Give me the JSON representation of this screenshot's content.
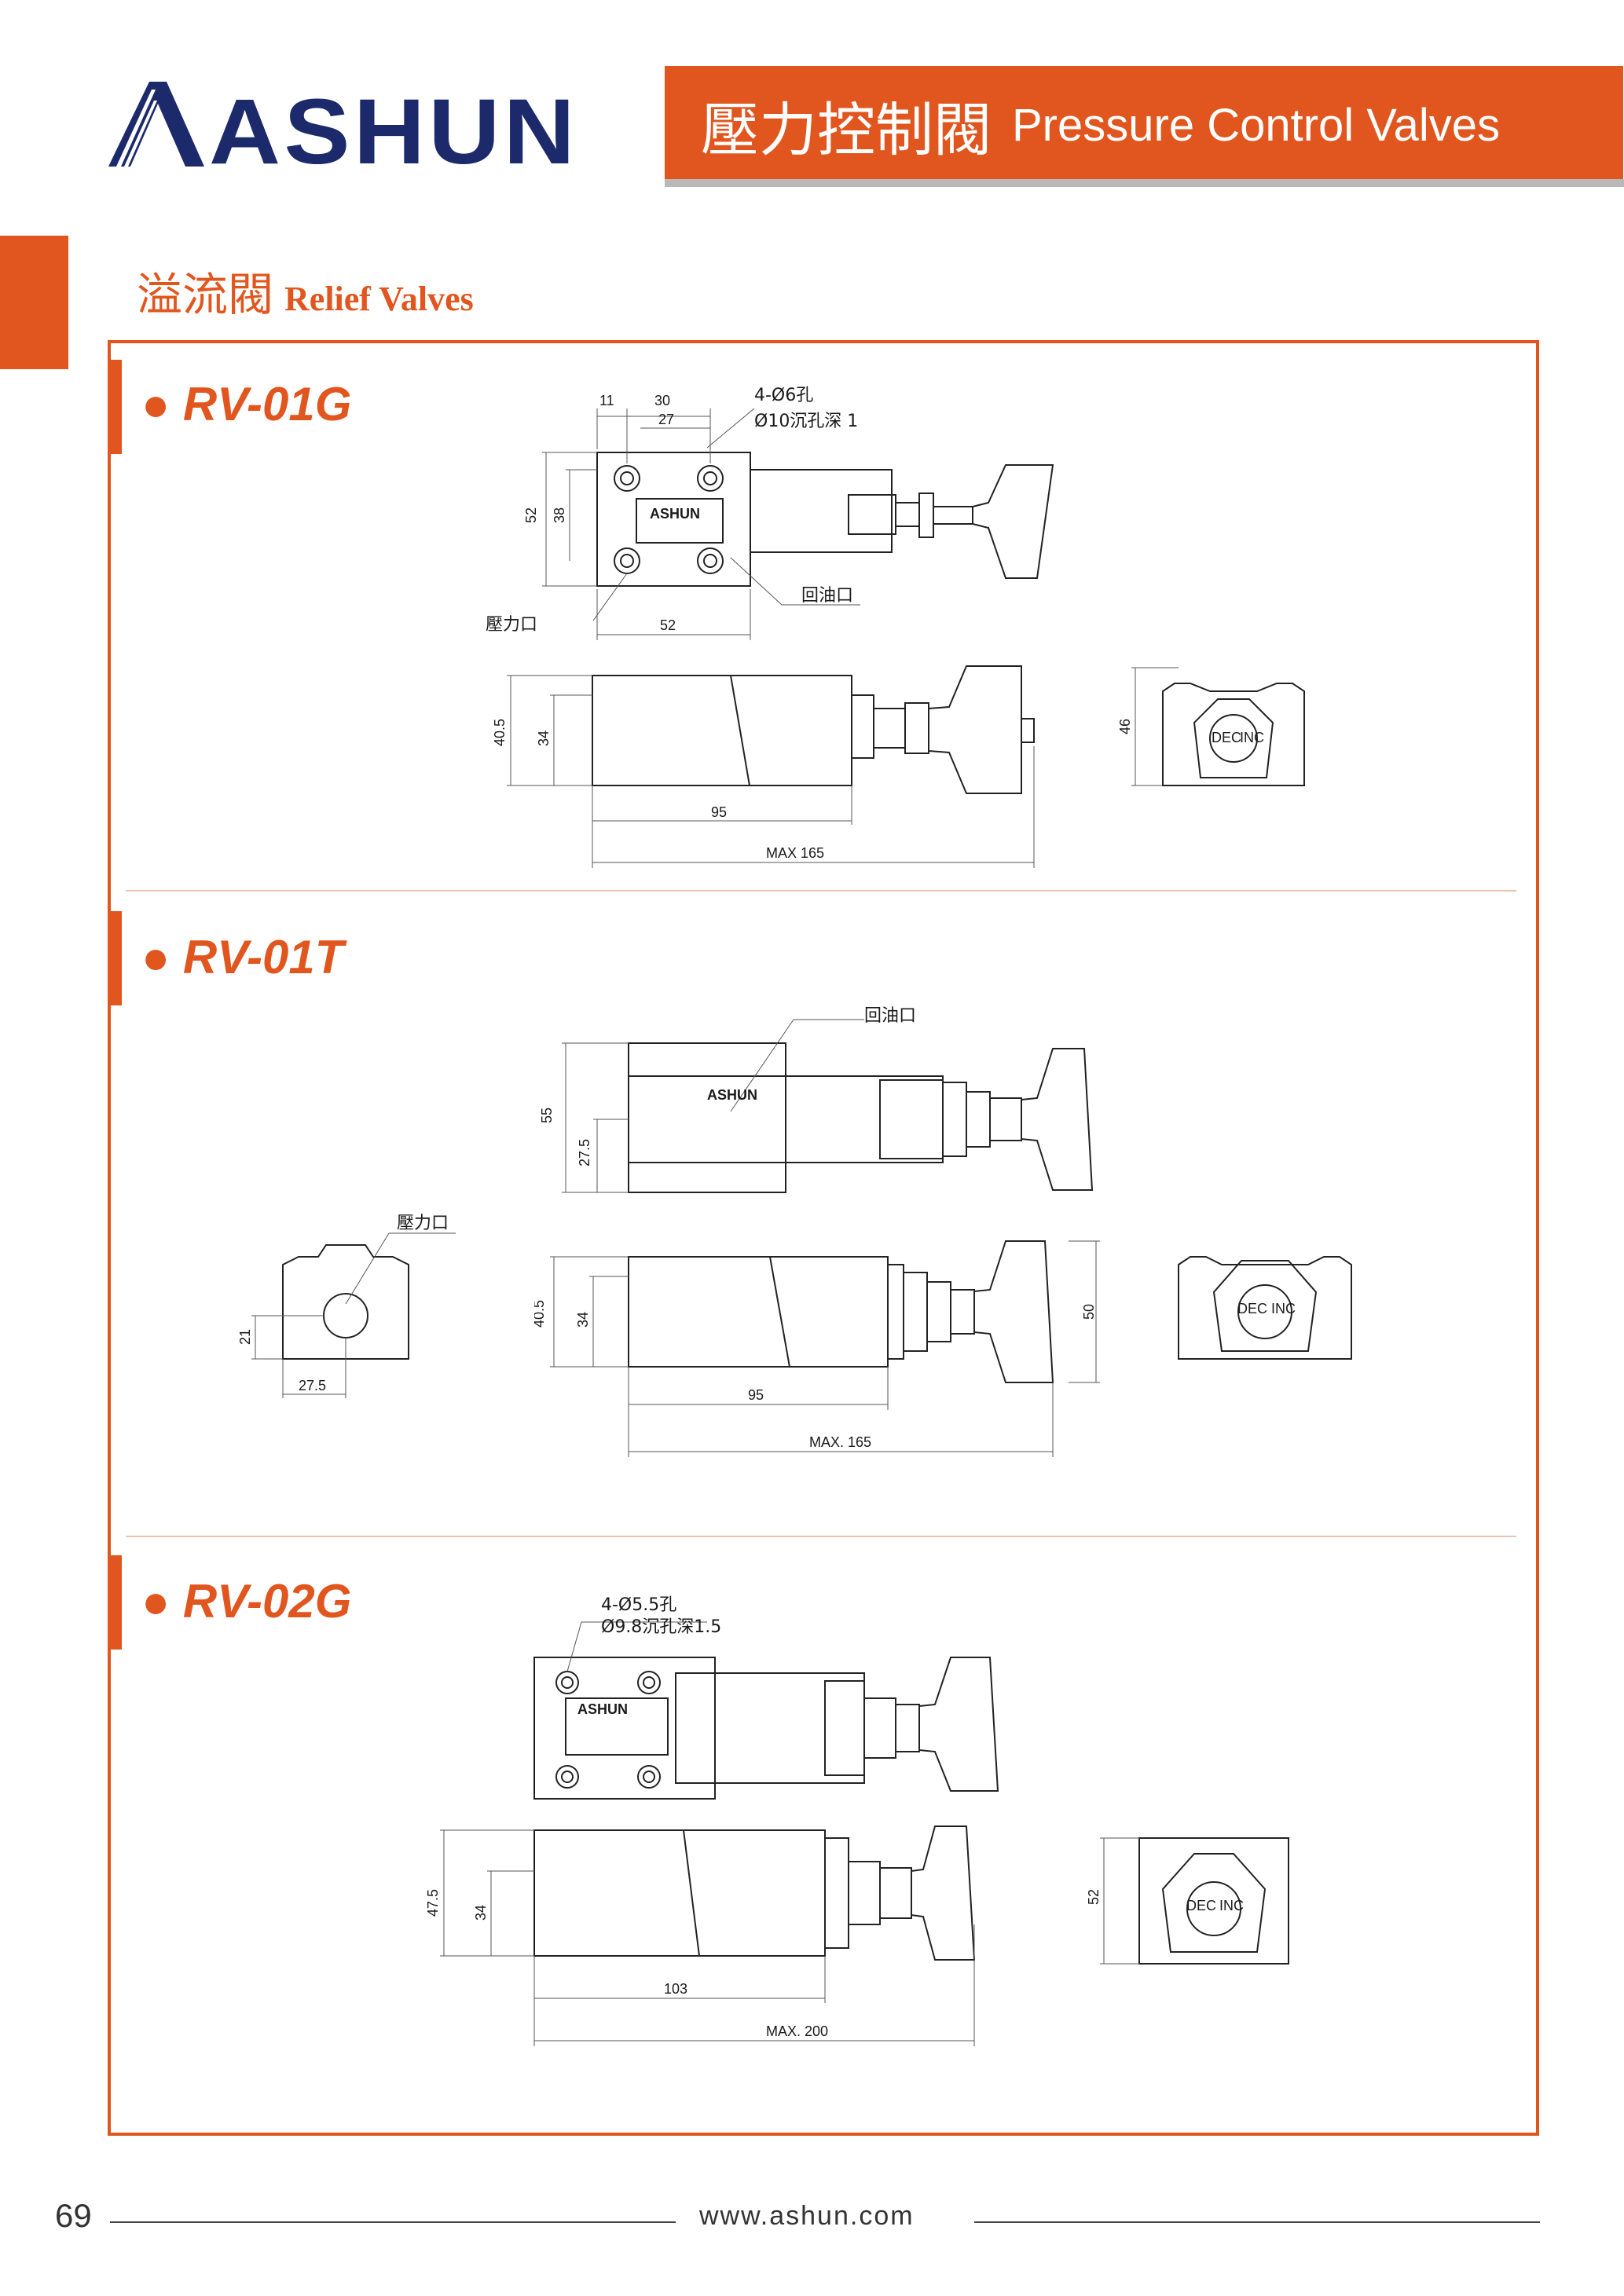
{
  "brand": {
    "name": "ASHUN",
    "url": "www.ashun.com"
  },
  "header": {
    "title_zh": "壓力控制閥",
    "title_en": "Pressure Control Valves"
  },
  "section": {
    "title_zh": "溢流閥",
    "title_en": "Relief Valves"
  },
  "models": [
    {
      "name": "RV-01G",
      "top_view": {
        "dims": [
          "11",
          "30",
          "27",
          "52",
          "38",
          "52"
        ],
        "notes": [
          "4-Ø6孔",
          "Ø10沉孔深 1"
        ],
        "ports": [
          "壓力口",
          "回油口"
        ]
      },
      "side_view": {
        "dims": [
          "40.5",
          "34",
          "95",
          "MAX  165"
        ]
      },
      "end_view": {
        "dims": [
          "46"
        ]
      }
    },
    {
      "name": "RV-01T",
      "top_view": {
        "dims": [
          "55",
          "27.5"
        ],
        "ports": [
          "回油口"
        ]
      },
      "front_view": {
        "dims": [
          "21",
          "27.5"
        ],
        "ports": [
          "壓力口"
        ]
      },
      "side_view": {
        "dims": [
          "40.5",
          "34",
          "95",
          "MAX. 165",
          "50"
        ]
      }
    },
    {
      "name": "RV-02G",
      "top_view": {
        "notes": [
          "4-Ø5.5孔",
          "Ø9.8沉孔深1.5"
        ]
      },
      "side_view": {
        "dims": [
          "47.5",
          "34",
          "103",
          "MAX. 200"
        ]
      },
      "end_view": {
        "dims": [
          "52"
        ]
      }
    }
  ],
  "knob_labels": {
    "dec": "DEC",
    "inc": "INC"
  },
  "page_number": "69"
}
